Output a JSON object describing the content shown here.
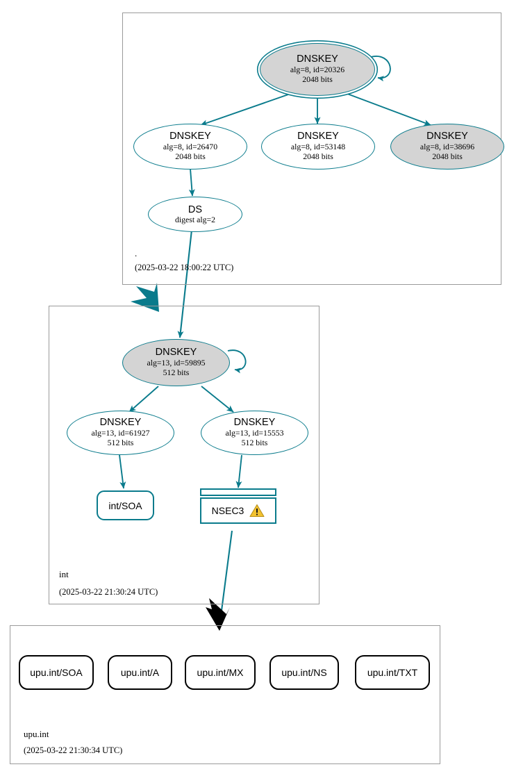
{
  "diagram": {
    "type": "dnssec-authentication-chain",
    "accent_color": "#0a7b8c",
    "secure_fill": "#d4d4d4",
    "insecure_color": "#000000",
    "warning_color": "#f2c230"
  },
  "zones": [
    {
      "id": "root",
      "label": ".",
      "timestamp": "(2025-03-22 18:00:22 UTC)",
      "status": "secure"
    },
    {
      "id": "int",
      "label": "int",
      "timestamp": "(2025-03-22 21:30:24 UTC)",
      "status": "secure"
    },
    {
      "id": "upu-int",
      "label": "upu.int",
      "timestamp": "(2025-03-22 21:30:34 UTC)",
      "status": "insecure"
    }
  ],
  "nodes": {
    "root_ksk": {
      "kind": "DNSKEY",
      "title": "DNSKEY",
      "params": "alg=8, id=20326",
      "size": "2048 bits",
      "fill": "gray",
      "trust_anchor": true,
      "self_signed": true
    },
    "root_zsk_26470": {
      "kind": "DNSKEY",
      "title": "DNSKEY",
      "params": "alg=8, id=26470",
      "size": "2048 bits",
      "fill": "white",
      "trust_anchor": false,
      "self_signed": false
    },
    "root_zsk_53148": {
      "kind": "DNSKEY",
      "title": "DNSKEY",
      "params": "alg=8, id=53148",
      "size": "2048 bits",
      "fill": "white",
      "trust_anchor": false,
      "self_signed": false
    },
    "root_key_38696": {
      "kind": "DNSKEY",
      "title": "DNSKEY",
      "params": "alg=8, id=38696",
      "size": "2048 bits",
      "fill": "gray",
      "trust_anchor": false,
      "self_signed": false
    },
    "root_ds": {
      "kind": "DS",
      "title": "DS",
      "params": "digest alg=2"
    },
    "int_ksk": {
      "kind": "DNSKEY",
      "title": "DNSKEY",
      "params": "alg=13, id=59895",
      "size": "512 bits",
      "fill": "gray",
      "trust_anchor": false,
      "self_signed": true
    },
    "int_zsk_61927": {
      "kind": "DNSKEY",
      "title": "DNSKEY",
      "params": "alg=13, id=61927",
      "size": "512 bits",
      "fill": "white",
      "trust_anchor": false,
      "self_signed": false
    },
    "int_zsk_15553": {
      "kind": "DNSKEY",
      "title": "DNSKEY",
      "params": "alg=13, id=15553",
      "size": "512 bits",
      "fill": "white",
      "trust_anchor": false,
      "self_signed": false
    },
    "int_soa": {
      "kind": "RRset",
      "label": "int/SOA",
      "status": "secure"
    },
    "int_nsec3": {
      "kind": "NSEC3",
      "label": "NSEC3",
      "warning": true,
      "warning_icon": "warning-triangle-icon"
    }
  },
  "rrsets": [
    {
      "label": "upu.int/SOA",
      "status": "insecure"
    },
    {
      "label": "upu.int/A",
      "status": "insecure"
    },
    {
      "label": "upu.int/MX",
      "status": "insecure"
    },
    {
      "label": "upu.int/NS",
      "status": "insecure"
    },
    {
      "label": "upu.int/TXT",
      "status": "insecure"
    }
  ]
}
